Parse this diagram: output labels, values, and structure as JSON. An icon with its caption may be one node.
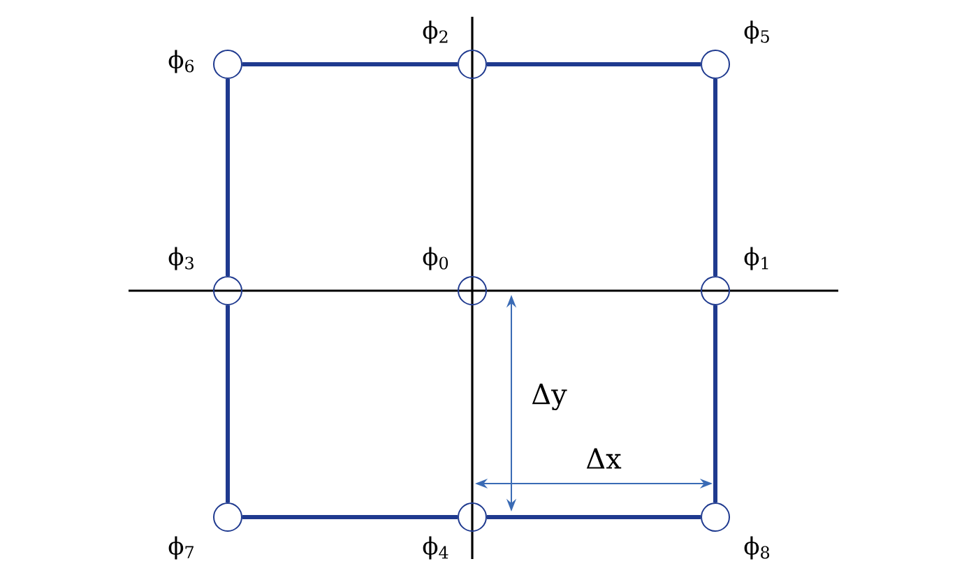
{
  "diagram": {
    "nodes": [
      {
        "text": [],
        "shape": "circle",
        "beside": [
          "ϕ$_{0}$"
        ]
      },
      {
        "text": [],
        "shape": "circle",
        "beside": [
          "ϕ$_{1}$"
        ]
      },
      {
        "text": [],
        "shape": "circle",
        "beside": [
          "ϕ$_{2}$"
        ]
      },
      {
        "text": [],
        "shape": "circle",
        "beside": [
          "ϕ$_{3}$"
        ]
      },
      {
        "text": [],
        "shape": "circle",
        "beside": [
          "ϕ$_{4}$"
        ]
      },
      {
        "text": [],
        "shape": "circle",
        "beside": [
          "ϕ$_{5}$"
        ]
      },
      {
        "text": [],
        "shape": "circle",
        "beside": [
          "ϕ$_{6}$"
        ]
      },
      {
        "text": [],
        "shape": "circle",
        "beside": [
          "ϕ$_{7}$"
        ]
      },
      {
        "text": [],
        "shape": "circle",
        "beside": [
          "ϕ$_{8}$"
        ]
      }
    ],
    "edges": [
      {
        "from": 6,
        "to": 2,
        "arrow": "none"
      },
      {
        "from": 2,
        "to": 5,
        "arrow": "none"
      },
      {
        "from": 5,
        "to": 1,
        "arrow": "none"
      },
      {
        "from": 1,
        "to": 8,
        "arrow": "none"
      },
      {
        "from": 8,
        "to": 4,
        "arrow": "none"
      },
      {
        "from": 4,
        "to": 7,
        "arrow": "none"
      },
      {
        "from": 7,
        "to": 3,
        "arrow": "none"
      },
      {
        "from": 3,
        "to": 6,
        "arrow": "none"
      }
    ],
    "labels": [
      "Δy",
      "Δx"
    ]
  }
}
